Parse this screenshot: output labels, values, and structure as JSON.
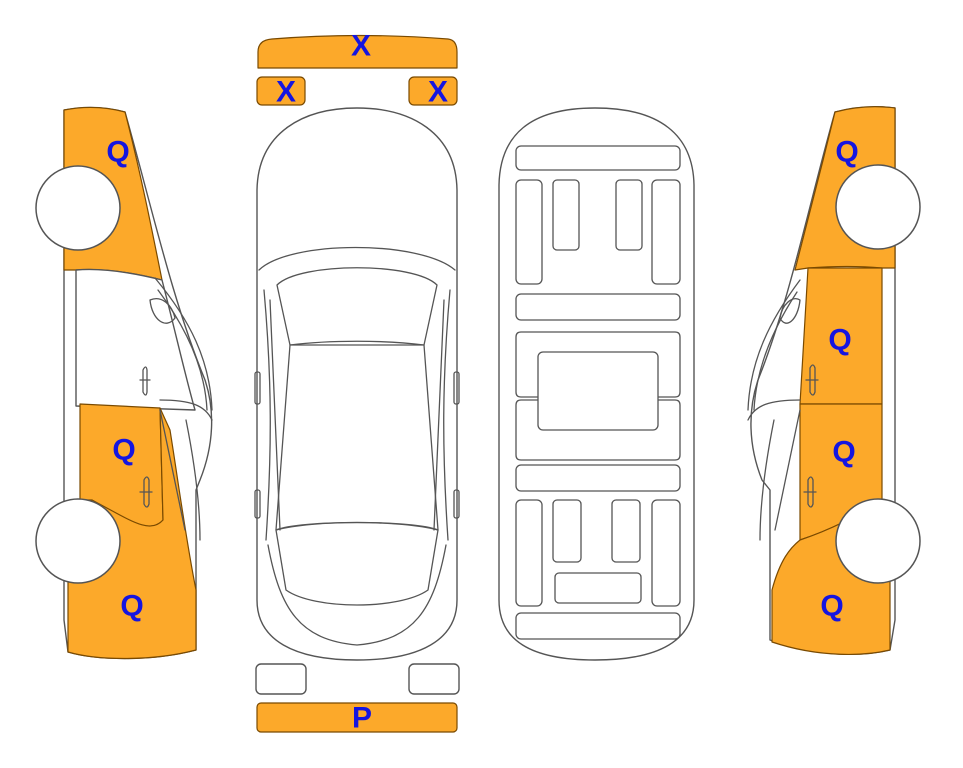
{
  "colors": {
    "damage_fill": "#FCA92A",
    "mark_text": "#1515E0",
    "outline": "#555555",
    "background": "#FFFFFF"
  },
  "marks": {
    "front_bumper": "X",
    "front_left_light": "X",
    "front_right_light": "X",
    "rear_bumper": "P",
    "left_front_fender": "Q",
    "left_rear_door": "Q",
    "left_rear_quarter": "Q",
    "right_front_fender": "Q",
    "right_front_door": "Q",
    "right_rear_door": "Q",
    "right_rear_quarter": "Q"
  }
}
